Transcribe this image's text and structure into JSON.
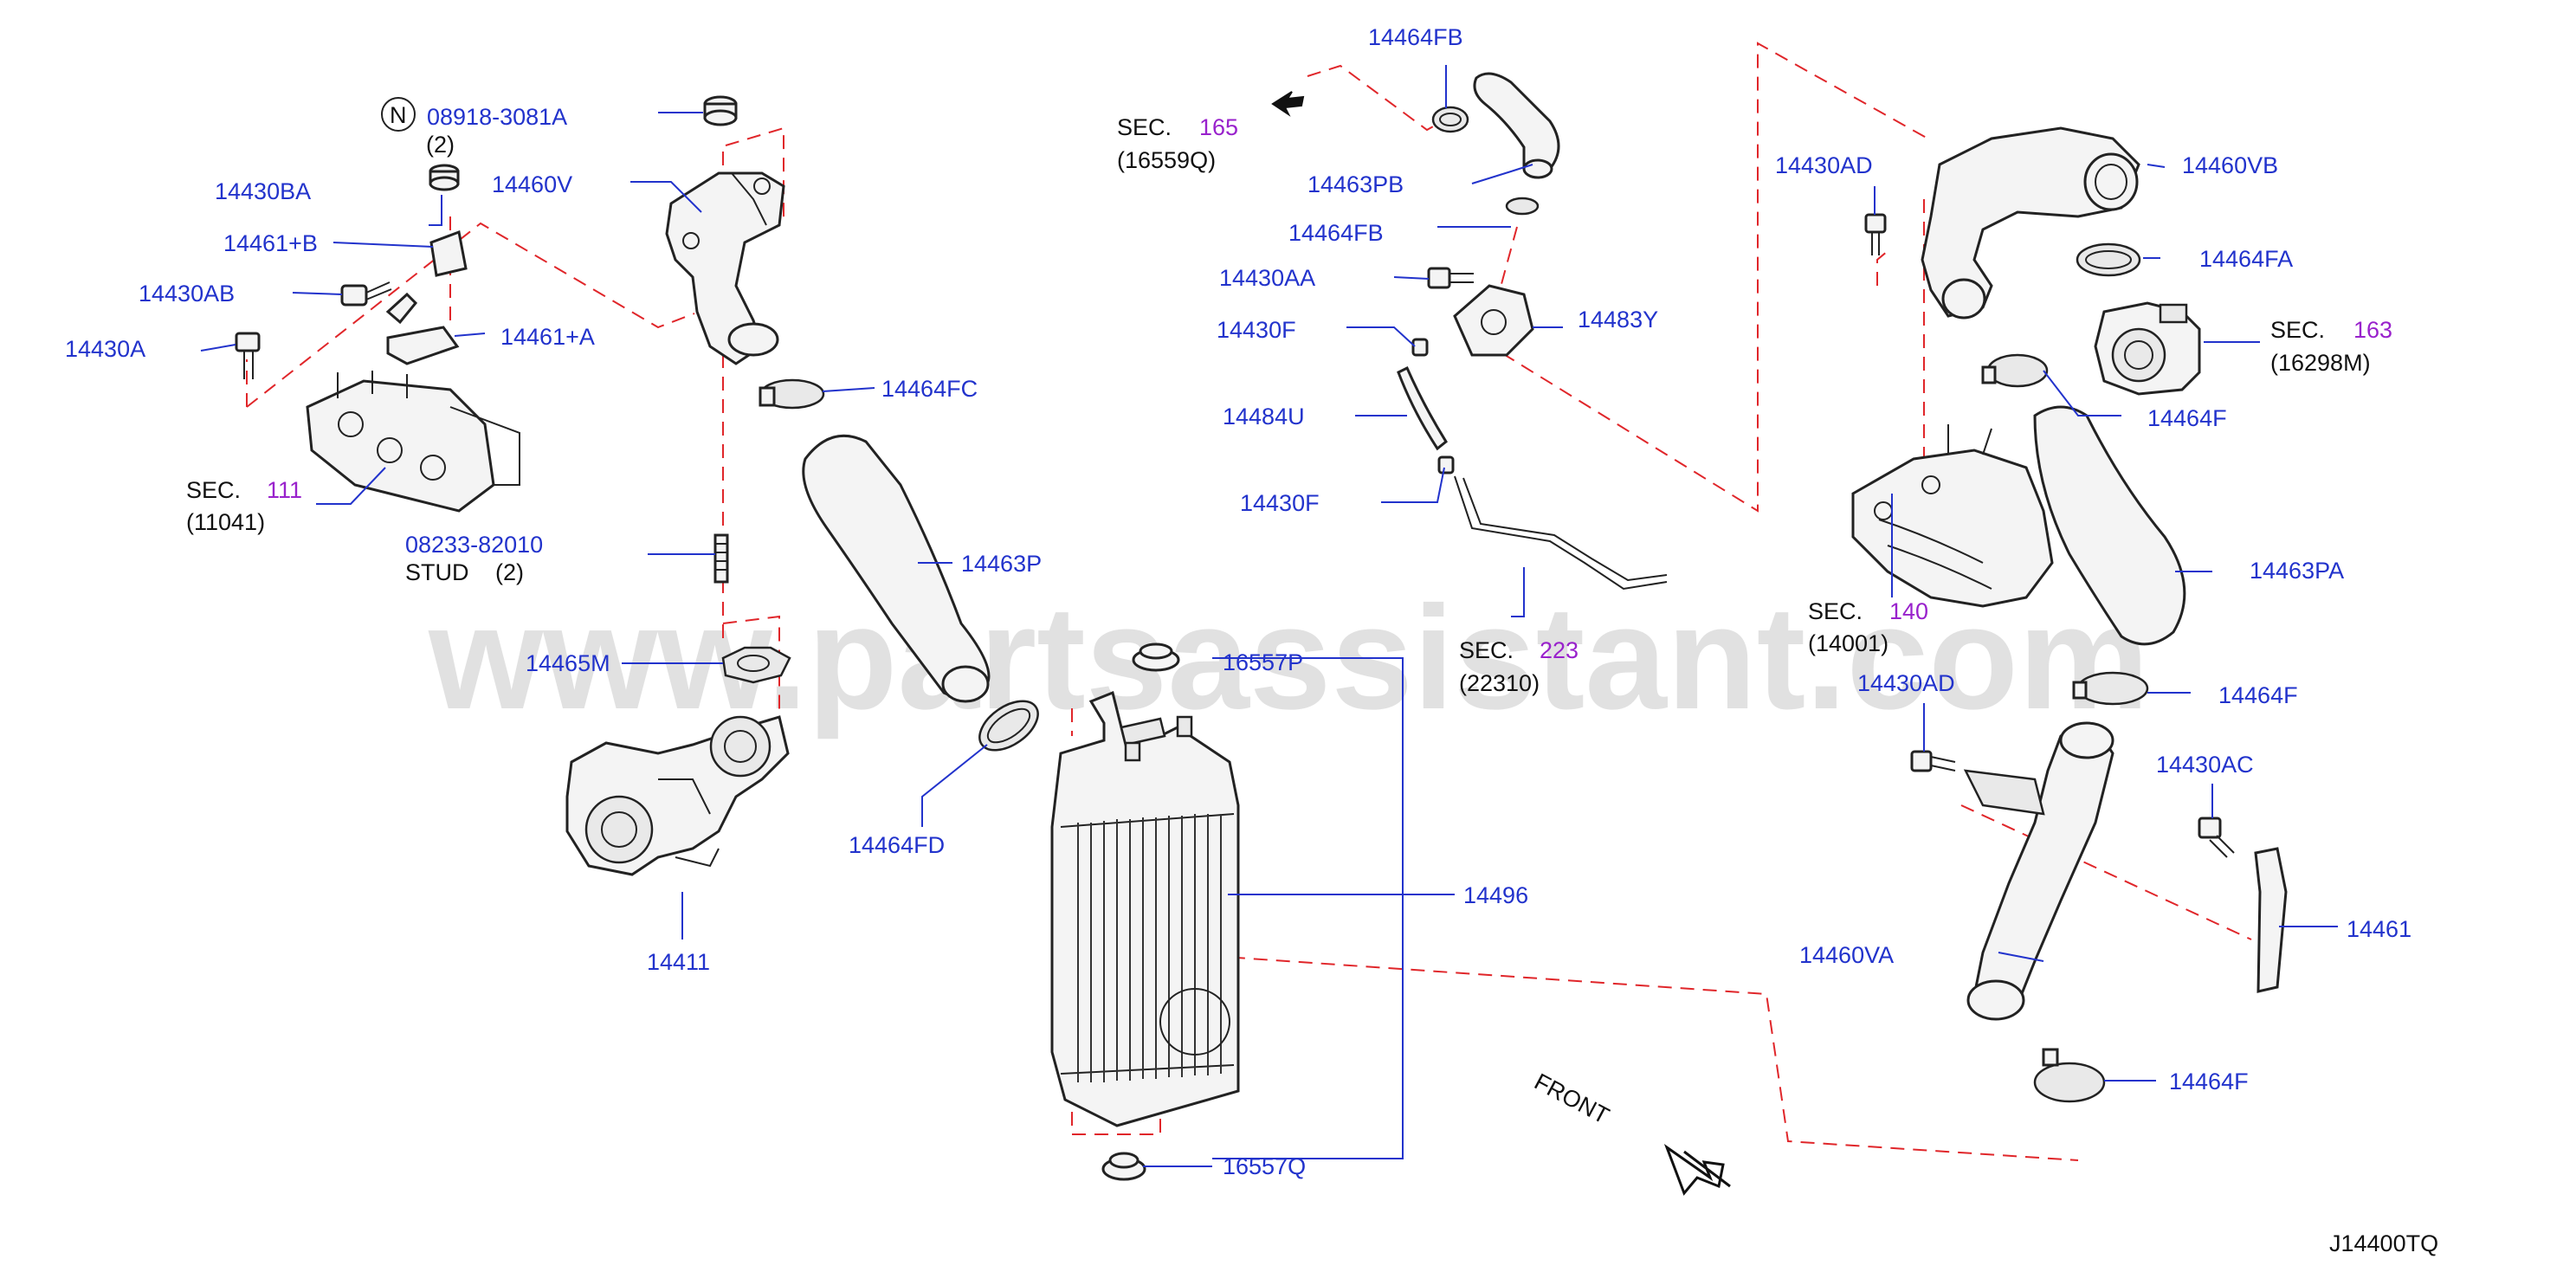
{
  "diagram": {
    "watermark": "www.partsassistant.com",
    "footer_code": "J14400TQ",
    "front_label": "FRONT",
    "circle_n": "N",
    "labels": [
      {
        "id": "l1",
        "text": "08918-3081A"
      },
      {
        "id": "l2",
        "text": "(2)"
      },
      {
        "id": "l3",
        "text": "14430BA"
      },
      {
        "id": "l4",
        "text": "14461+B"
      },
      {
        "id": "l5",
        "text": "14430AB"
      },
      {
        "id": "l6",
        "text": "14430A"
      },
      {
        "id": "l7",
        "text": "14461+A"
      },
      {
        "id": "l8",
        "text": "SEC."
      },
      {
        "id": "l9",
        "text": "111"
      },
      {
        "id": "l10",
        "text": "(11041)"
      },
      {
        "id": "l11",
        "text": "08233-82010"
      },
      {
        "id": "l12",
        "text": "STUD"
      },
      {
        "id": "l13",
        "text": "(2)"
      },
      {
        "id": "l14",
        "text": "14460V"
      },
      {
        "id": "l15",
        "text": "14464FC"
      },
      {
        "id": "l16",
        "text": "14463P"
      },
      {
        "id": "l17",
        "text": "14465M"
      },
      {
        "id": "l18",
        "text": "14411"
      },
      {
        "id": "l19",
        "text": "14464FD"
      },
      {
        "id": "l20",
        "text": "16557P"
      },
      {
        "id": "l21",
        "text": "14496"
      },
      {
        "id": "l22",
        "text": "16557Q"
      },
      {
        "id": "l23",
        "text": "14464FB"
      },
      {
        "id": "l24",
        "text": "SEC."
      },
      {
        "id": "l25",
        "text": "165"
      },
      {
        "id": "l26",
        "text": "(16559Q)"
      },
      {
        "id": "l27",
        "text": "14463PB"
      },
      {
        "id": "l28",
        "text": "14464FB"
      },
      {
        "id": "l29",
        "text": "14430AA"
      },
      {
        "id": "l30",
        "text": "14483Y"
      },
      {
        "id": "l31",
        "text": "14430F"
      },
      {
        "id": "l32",
        "text": "14484U"
      },
      {
        "id": "l33",
        "text": "14430F"
      },
      {
        "id": "l34",
        "text": "SEC."
      },
      {
        "id": "l35",
        "text": "223"
      },
      {
        "id": "l36",
        "text": "(22310)"
      },
      {
        "id": "l37",
        "text": "14430AD"
      },
      {
        "id": "l38",
        "text": "14460VB"
      },
      {
        "id": "l39",
        "text": "14464FA"
      },
      {
        "id": "l40",
        "text": "SEC."
      },
      {
        "id": "l41",
        "text": "163"
      },
      {
        "id": "l42",
        "text": "(16298M)"
      },
      {
        "id": "l43",
        "text": "14464F"
      },
      {
        "id": "l44",
        "text": "14463PA"
      },
      {
        "id": "l45",
        "text": "SEC."
      },
      {
        "id": "l46",
        "text": "140"
      },
      {
        "id": "l47",
        "text": "(14001)"
      },
      {
        "id": "l48",
        "text": "14430AD"
      },
      {
        "id": "l49",
        "text": "14464F"
      },
      {
        "id": "l50",
        "text": "14430AC"
      },
      {
        "id": "l51",
        "text": "14461"
      },
      {
        "id": "l52",
        "text": "14460VA"
      },
      {
        "id": "l53",
        "text": "14464F"
      }
    ]
  }
}
